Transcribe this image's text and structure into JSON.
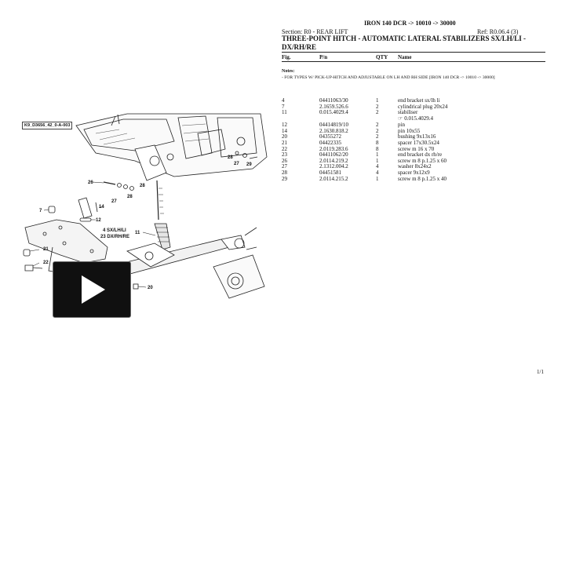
{
  "header": {
    "model": "IRON 140 DCR -> 10010 -> 30000",
    "section": "Section: R0 - REAR LIFT",
    "ref": "Ref: R0.06.4 (3)",
    "title": "THREE-POINT HITCH - AUTOMATIC LATERAL STABILIZERS SX/LH/LI - DX/RH/RE"
  },
  "columns": {
    "fig": "Fig.",
    "pn": "P/n",
    "qty": "QTY",
    "name": "Name"
  },
  "notes": {
    "title": "Notes:",
    "text": "- FOR TYPES W/ PICK-UP-HITCH AND ADJUSTABLE ON LH AND RH SIDE [IRON 140 DCR -> 10010 -> 30000]"
  },
  "diagram": {
    "code": "K9_D3656_42_0-A-003",
    "callouts": [
      "26",
      "14",
      "12",
      "7",
      "28",
      "27",
      "28",
      "29",
      "27",
      "4 SX/LH/LI",
      "23 DX/RH/RE",
      "11",
      "21",
      "22",
      "20"
    ]
  },
  "parts": [
    {
      "fig": "4",
      "pn": "04411063/30",
      "qty": "1",
      "name": "end bracket sx/lh li"
    },
    {
      "fig": "7",
      "pn": "2.1659.526.6",
      "qty": "2",
      "name": "cylindrical plug 20x24"
    },
    {
      "fig": "11",
      "pn": "0.015.4029.4",
      "qty": "2",
      "name": "stabiliser"
    },
    {
      "fig": "",
      "pn": "",
      "qty": "",
      "name": "0.015.4029.4",
      "sub": true
    },
    {
      "fig": "12",
      "pn": "04414819/10",
      "qty": "2",
      "name": "pin"
    },
    {
      "fig": "14",
      "pn": "2.1630.818.2",
      "qty": "2",
      "name": "pin 10x55"
    },
    {
      "fig": "20",
      "pn": "04355272",
      "qty": "2",
      "name": "bushing 9x13x16"
    },
    {
      "fig": "21",
      "pn": "04422335",
      "qty": "8",
      "name": "spacer 17x30.5x24"
    },
    {
      "fig": "22",
      "pn": "2.0119.283.6",
      "qty": "8",
      "name": "screw m 16 x 70"
    },
    {
      "fig": "23",
      "pn": "04411062/20",
      "qty": "1",
      "name": "end bracket dx rh/re"
    },
    {
      "fig": "26",
      "pn": "2.0114.219.2",
      "qty": "1",
      "name": "screw m 8 p.1.25 x 60"
    },
    {
      "fig": "27",
      "pn": "2.1312.004.2",
      "qty": "4",
      "name": "washer 8x24x2"
    },
    {
      "fig": "28",
      "pn": "04451581",
      "qty": "4",
      "name": "spacer 9x12x9"
    },
    {
      "fig": "29",
      "pn": "2.0114.215.2",
      "qty": "1",
      "name": "screw m 8 p.1.25 x 40"
    }
  ],
  "page": "1/1",
  "icons": {
    "play": "play-icon",
    "reference": "hand-pointer-icon"
  }
}
